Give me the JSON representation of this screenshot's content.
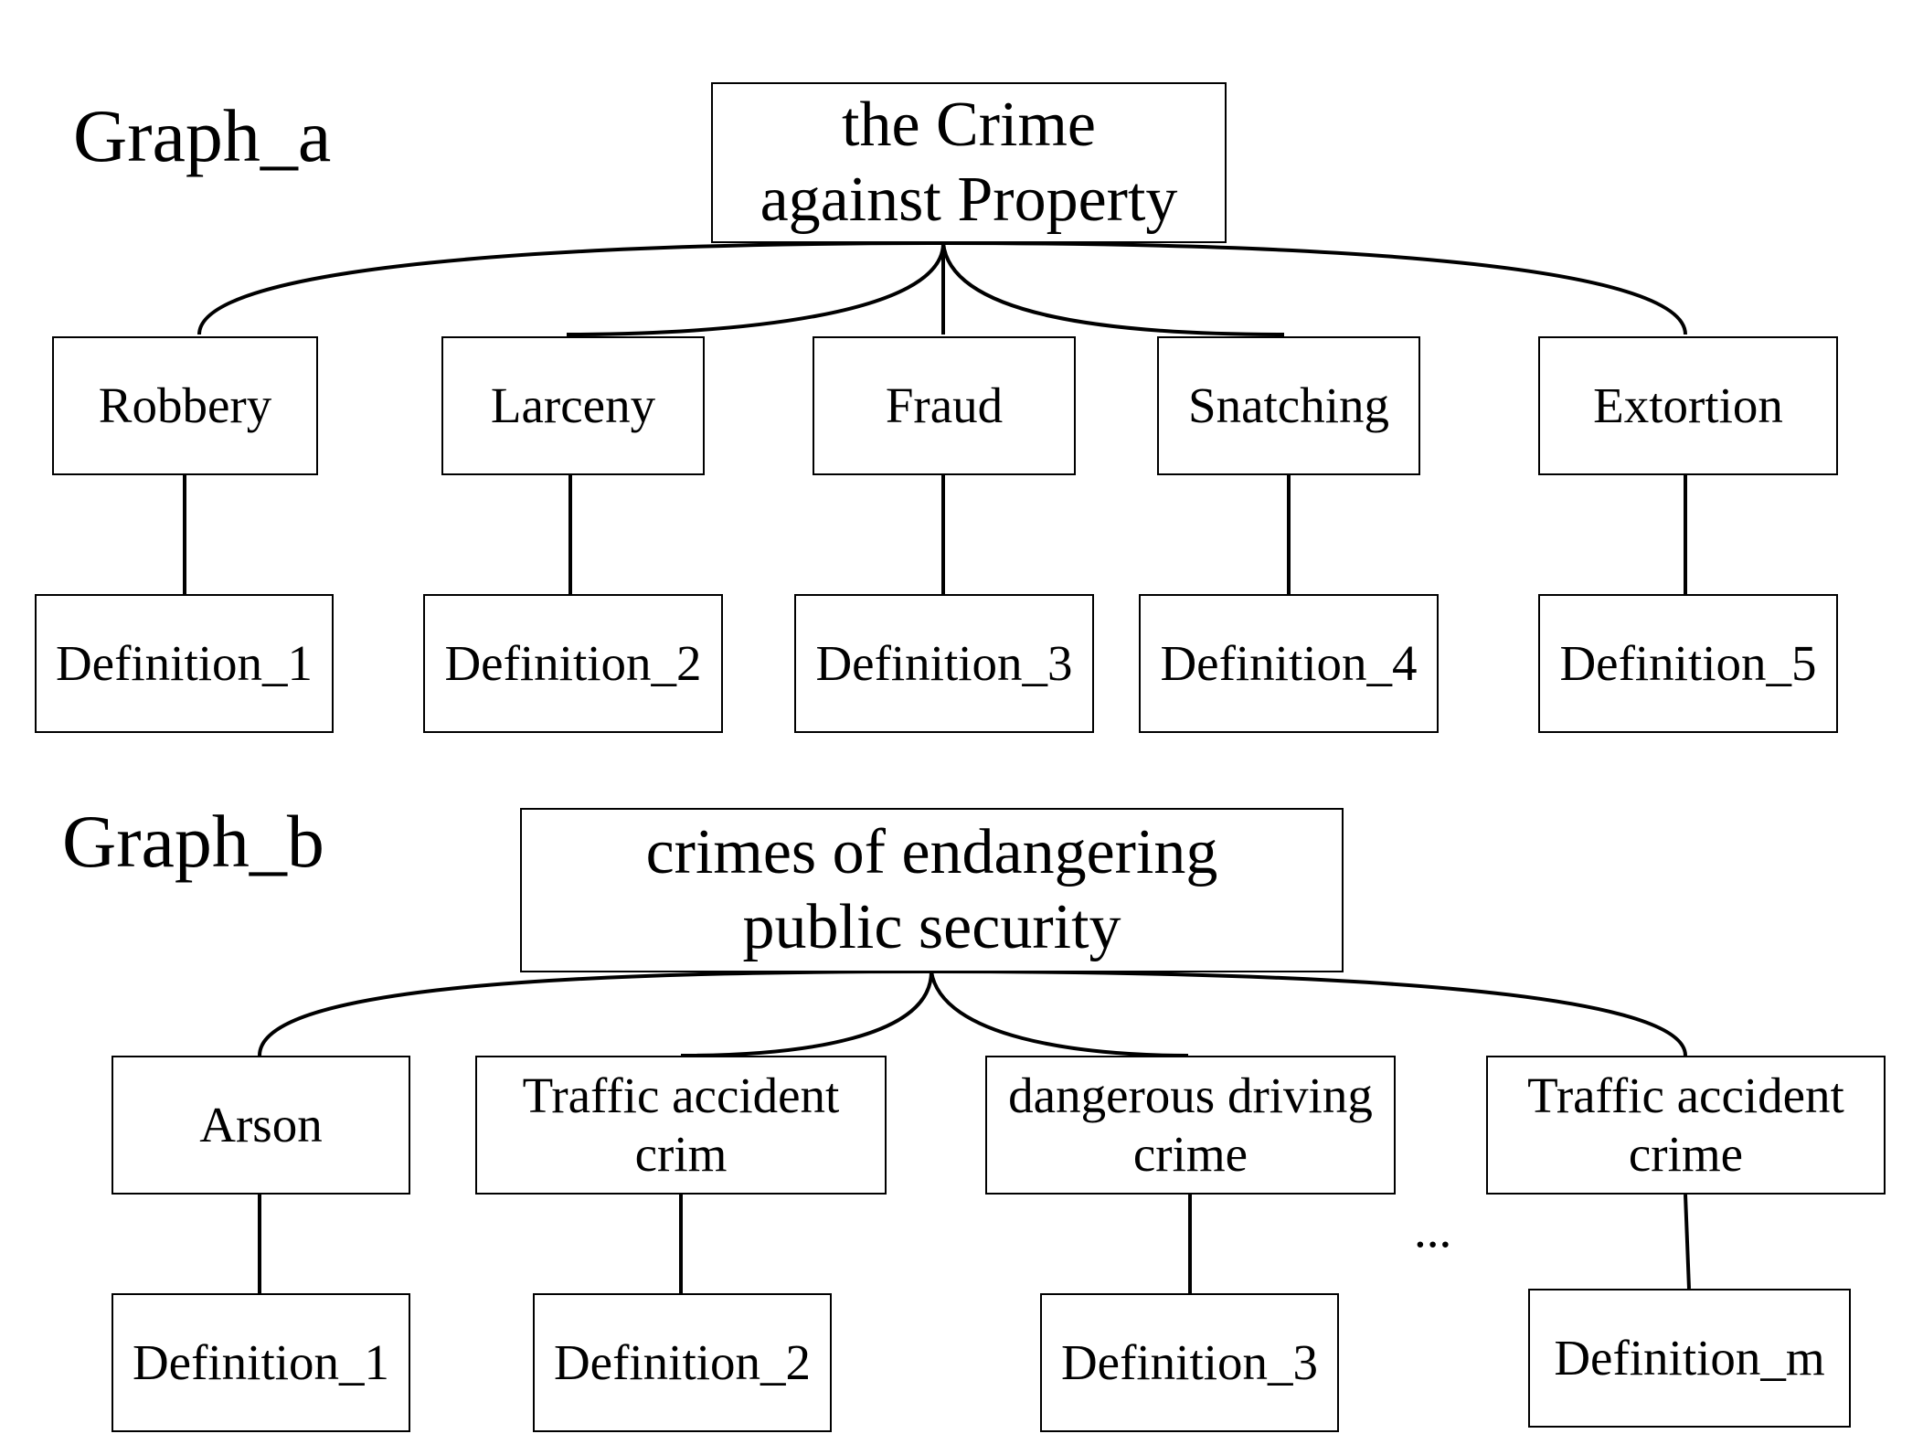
{
  "graph_a": {
    "label": "Graph_a",
    "root": {
      "line1": "the Crime",
      "line2": "against Property"
    },
    "children": [
      {
        "label": "Robbery",
        "definition": "Definition_1"
      },
      {
        "label": "Larceny",
        "definition": "Definition_2"
      },
      {
        "label": "Fraud",
        "definition": "Definition_3"
      },
      {
        "label": "Snatching",
        "definition": "Definition_4"
      },
      {
        "label": "Extortion",
        "definition": "Definition_5"
      }
    ]
  },
  "graph_b": {
    "label": "Graph_b",
    "root": {
      "line1": "crimes of endangering",
      "line2": "public security"
    },
    "children": [
      {
        "line1": "Arson",
        "line2": "",
        "definition": "Definition_1"
      },
      {
        "line1": "Traffic accident",
        "line2": "crim",
        "definition": "Definition_2"
      },
      {
        "line1": "dangerous driving",
        "line2": "crime",
        "definition": "Definition_3"
      },
      {
        "line1": "Traffic accident",
        "line2": "crime",
        "definition": "Definition_m"
      }
    ],
    "ellipsis": "..."
  }
}
